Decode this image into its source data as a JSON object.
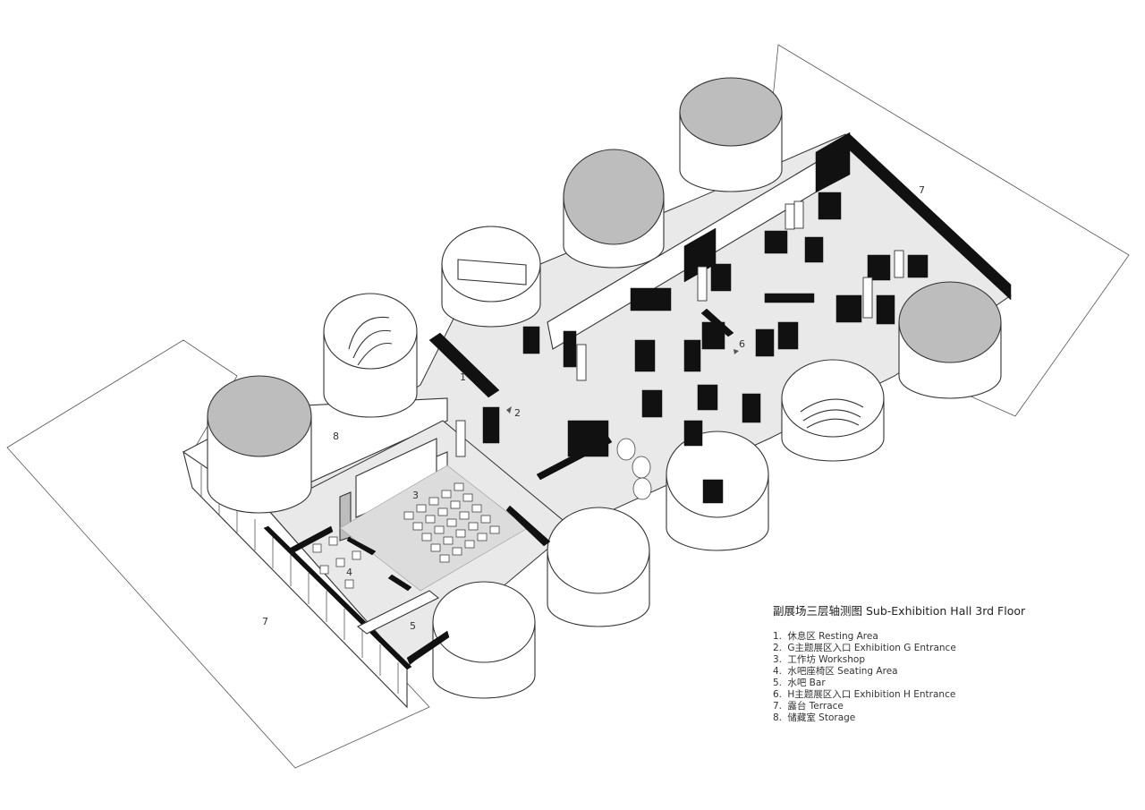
{
  "legend": {
    "title": "副展场三层轴测图 Sub-Exhibition Hall 3rd Floor",
    "items": [
      {
        "number": "1.",
        "text": "休息区 Resting Area"
      },
      {
        "number": "2.",
        "text": "G主题展区入口 Exhibition G Entrance"
      },
      {
        "number": "3.",
        "text": "工作坊 Workshop"
      },
      {
        "number": "4.",
        "text": "水吧座椅区 Seating Area"
      },
      {
        "number": "5.",
        "text": "水吧 Bar"
      },
      {
        "number": "6.",
        "text": "H主题展区入口 Exhibition H Entrance"
      },
      {
        "number": "7.",
        "text": "露台 Terrace"
      },
      {
        "number": "8.",
        "text": "储藏室 Storage"
      }
    ]
  },
  "plan_labels": {
    "resting": "1",
    "entrance_g": "2",
    "workshop": "3",
    "seating": "4",
    "bar": "5",
    "entrance_h": "6",
    "terrace_left": "7",
    "terrace_right": "7",
    "storage": "8"
  },
  "colors": {
    "line": "#333333",
    "floor": "#e9e9e9",
    "tank_grey": "#bdbdbd",
    "furniture": "#111111"
  }
}
